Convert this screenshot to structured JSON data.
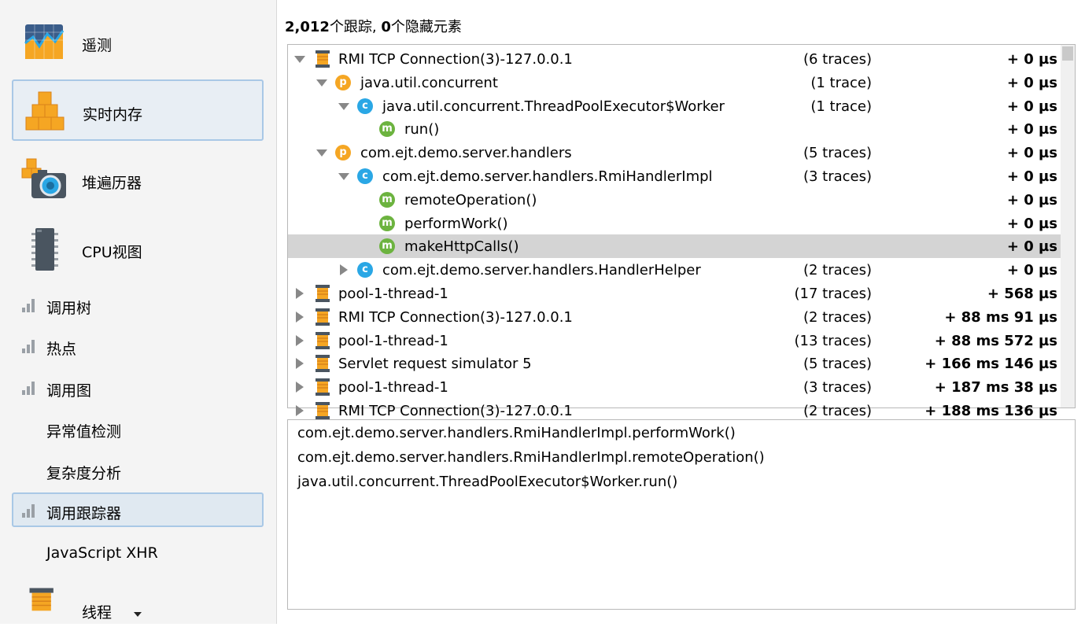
{
  "sidebar": {
    "items": [
      {
        "label": "遥测",
        "icon": "telemetry-chart-icon",
        "type": "big"
      },
      {
        "label": "实时内存",
        "icon": "live-memory-cubes-icon",
        "type": "big",
        "selected": true
      },
      {
        "label": "堆遍历器",
        "icon": "heap-walker-camera-icon",
        "type": "big"
      },
      {
        "label": "CPU视图",
        "icon": "cpu-chip-icon",
        "type": "big"
      },
      {
        "label": "调用树",
        "icon": "bar-chart-icon",
        "type": "small"
      },
      {
        "label": "热点",
        "icon": "bar-chart-icon",
        "type": "small"
      },
      {
        "label": "调用图",
        "icon": "bar-chart-icon",
        "type": "small"
      },
      {
        "label": "异常值检测",
        "type": "plain"
      },
      {
        "label": "复杂度分析",
        "type": "plain"
      },
      {
        "label": "调用跟踪器",
        "icon": "bar-chart-icon",
        "type": "small",
        "selected": true
      },
      {
        "label": "JavaScript XHR",
        "type": "plain"
      },
      {
        "label": "线程",
        "icon": "threads-spool-icon",
        "type": "big"
      }
    ]
  },
  "summary": {
    "trace_count": "2,012",
    "trace_text": "个跟踪, ",
    "hidden_count": "0",
    "hidden_text": "个隐藏元素"
  },
  "tree": {
    "rows": [
      {
        "level": 0,
        "expander": "open",
        "icon": "thread",
        "name": "RMI TCP Connection(3)-127.0.0.1",
        "count": "(6 traces)",
        "time": "+ 0 µs"
      },
      {
        "level": 1,
        "expander": "open",
        "icon": "package",
        "name": "java.util.concurrent",
        "count": "(1 trace)",
        "time": "+ 0 µs"
      },
      {
        "level": 2,
        "expander": "open",
        "icon": "class",
        "name": "java.util.concurrent.ThreadPoolExecutor$Worker",
        "count": "(1 trace)",
        "time": "+ 0 µs"
      },
      {
        "level": 3,
        "expander": "none",
        "icon": "method",
        "name": "run()",
        "count": "",
        "time": "+ 0 µs"
      },
      {
        "level": 1,
        "expander": "open",
        "icon": "package",
        "name": "com.ejt.demo.server.handlers",
        "count": "(5 traces)",
        "time": "+ 0 µs"
      },
      {
        "level": 2,
        "expander": "open",
        "icon": "class",
        "name": "com.ejt.demo.server.handlers.RmiHandlerImpl",
        "count": "(3 traces)",
        "time": "+ 0 µs"
      },
      {
        "level": 3,
        "expander": "none",
        "icon": "method",
        "name": "remoteOperation()",
        "count": "",
        "time": "+ 0 µs"
      },
      {
        "level": 3,
        "expander": "none",
        "icon": "method",
        "name": "performWork()",
        "count": "",
        "time": "+ 0 µs"
      },
      {
        "level": 3,
        "expander": "none",
        "icon": "method",
        "name": "makeHttpCalls()",
        "count": "",
        "time": "+ 0 µs",
        "selected": true
      },
      {
        "level": 2,
        "expander": "closed",
        "icon": "class",
        "name": "com.ejt.demo.server.handlers.HandlerHelper",
        "count": "(2 traces)",
        "time": "+ 0 µs"
      },
      {
        "level": 0,
        "expander": "closed",
        "icon": "thread",
        "name": "pool-1-thread-1",
        "count": "(17 traces)",
        "time": "+ 568 µs"
      },
      {
        "level": 0,
        "expander": "closed",
        "icon": "thread",
        "name": "RMI TCP Connection(3)-127.0.0.1",
        "count": "(2 traces)",
        "time": "+ 88 ms 91 µs"
      },
      {
        "level": 0,
        "expander": "closed",
        "icon": "thread",
        "name": "pool-1-thread-1",
        "count": "(13 traces)",
        "time": "+ 88 ms 572 µs"
      },
      {
        "level": 0,
        "expander": "closed",
        "icon": "thread",
        "name": "Servlet request simulator 5",
        "count": "(5 traces)",
        "time": "+ 166 ms 146 µs"
      },
      {
        "level": 0,
        "expander": "closed",
        "icon": "thread",
        "name": "pool-1-thread-1",
        "count": "(3 traces)",
        "time": "+ 187 ms 38 µs"
      },
      {
        "level": 0,
        "expander": "closed",
        "icon": "thread",
        "name": "RMI TCP Connection(3)-127.0.0.1",
        "count": "(2 traces)",
        "time": "+ 188 ms 136 µs"
      }
    ]
  },
  "detail": {
    "lines": [
      "com.ejt.demo.server.handlers.RmiHandlerImpl.performWork()",
      "com.ejt.demo.server.handlers.RmiHandlerImpl.remoteOperation()",
      "java.util.concurrent.ThreadPoolExecutor$Worker.run()"
    ]
  },
  "icons": {
    "package_letter": "p",
    "class_letter": "c",
    "method_letter": "m"
  },
  "colors": {
    "package": "#f5a623",
    "class": "#2aa7e5",
    "method": "#6cb33f",
    "selection": "#d4d4d4",
    "sidebar_selection_border": "#a9c8e6"
  }
}
